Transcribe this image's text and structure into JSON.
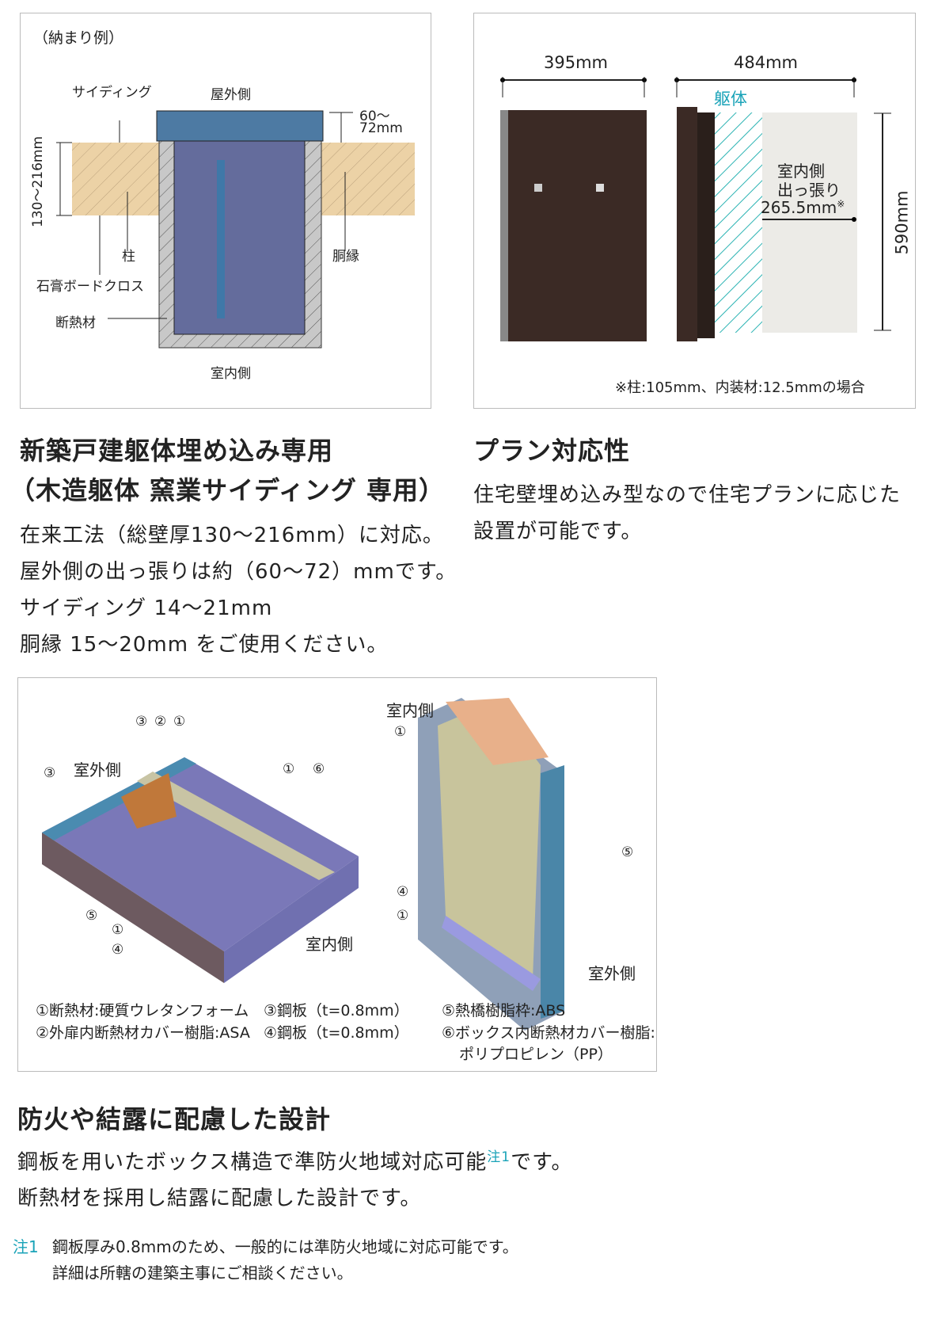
{
  "section_detail": {
    "caption": "（納まり例）",
    "siding": "サイディング",
    "outdoor": "屋外側",
    "protrusion": "60〜",
    "protrusion2": "72mm",
    "wall_thickness": "130〜216mm",
    "pillar": "柱",
    "furring": "胴縁",
    "gypsum": "石膏ボードクロス",
    "insulation": "断熱材",
    "indoor": "室内側"
  },
  "dimensions": {
    "width": "395mm",
    "depth": "484mm",
    "frame": "躯体",
    "indoor_protrusion_1": "室内側",
    "indoor_protrusion_2": "出っ張り",
    "indoor_protrusion_3": "265.5mm",
    "mark": "※",
    "height": "590mm",
    "footnote": "※柱:105mm、内装材:12.5mmの場合"
  },
  "feature1": {
    "title1": "新築戸建躯体埋め込み専用",
    "title2": "（木造躯体 窯業サイディング 専用）",
    "lines": [
      "在来工法（総壁厚130〜216mm）に対応。",
      "屋外側の出っ張りは約（60〜72）mmです。",
      "サイディング 14〜21mm",
      "胴縁 15〜20mm をご使用ください。"
    ]
  },
  "feature2": {
    "title": "プラン対応性",
    "lines": [
      "住宅壁埋め込み型なので住宅プランに応じた",
      "設置が可能です。"
    ]
  },
  "structure": {
    "outdoor": "室外側",
    "indoor": "室内側",
    "legend": [
      "①断熱材:硬質ウレタンフォーム",
      "②外扉内断熱材カバー樹脂:ASA",
      "③鋼板（t=0.8mm）",
      "④鋼板（t=0.8mm）",
      "⑤熱橋樹脂枠:ABS",
      "⑥ボックス内断熱材カバー樹脂:",
      "ポリプロピレン（PP）"
    ],
    "callouts": [
      "①",
      "②",
      "③",
      "④",
      "⑤",
      "⑥"
    ]
  },
  "feature3": {
    "title": "防火や結露に配慮した設計",
    "line1": "鋼板を用いたボックス構造で準防火地域対応可能",
    "note_ref": "注1",
    "line1_end": "です。",
    "line2": "断熱材を採用し結露に配慮した設計です。"
  },
  "note": {
    "label": "注1",
    "line1": "鋼板厚み0.8mmのため、一般的には準防火地域に対応可能です。",
    "line2": "詳細は所轄の建築主事にご相談ください。"
  }
}
